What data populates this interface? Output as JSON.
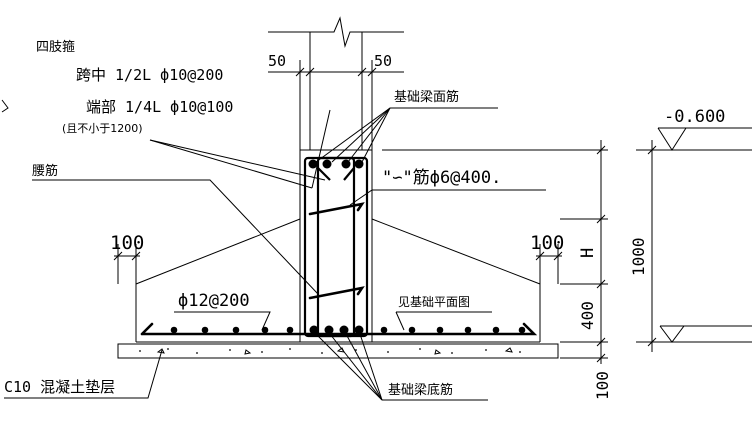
{
  "labels": {
    "stirrup_title": "四肢箍",
    "stirrup_mid": "跨中 1/2L ф10@200",
    "stirrup_end": "端部 1/4L ф10@100",
    "stirrup_note": "(且不小于1200)",
    "waist_bar": "腰筋",
    "top_bar": "基础梁面筋",
    "s_bar": "\"∽\"筋ф6@400.",
    "flange_bar": "ф12@200",
    "see_plan": "见基础平面图",
    "cushion": "C10 混凝土垫层",
    "bottom_bar": "基础梁底筋",
    "elevation": "-0.600"
  },
  "dimensions": {
    "cover_left": "50",
    "cover_right": "50",
    "edge_left": "100",
    "edge_right": "100",
    "h_symbol": "H",
    "total_height": "1000",
    "flange_height": "400",
    "cushion_thickness": "100"
  }
}
